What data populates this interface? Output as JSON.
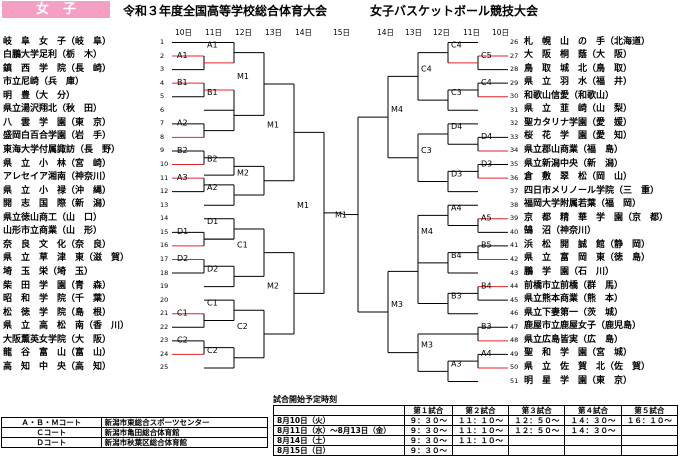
{
  "header": {
    "gender": "女子",
    "title_left": "令和３年度全国高等学校総合体育大会",
    "title_right": "女子バスケットボール競技大会"
  },
  "days": {
    "left": [
      "10日",
      "11日",
      "12日",
      "13日",
      "14日"
    ],
    "center": "15日",
    "right": [
      "14日",
      "13日",
      "12日",
      "11日",
      "10日"
    ]
  },
  "teams_left": [
    {
      "n": 1,
      "name": "岐　阜　女　子（岐　阜）"
    },
    {
      "n": 2,
      "name": "白鵬大学足利（栃　木）"
    },
    {
      "n": 3,
      "name": "鎮　西　学　院（長　崎）"
    },
    {
      "n": 4,
      "name": "市立尼崎（兵　庫）"
    },
    {
      "n": 5,
      "name": "明　豊（大　分）"
    },
    {
      "n": 6,
      "name": "県立湯沢翔北（秋　田）"
    },
    {
      "n": 7,
      "name": "八　雲　学　園（東　京）"
    },
    {
      "n": 8,
      "name": "盛岡白百合学園（岩　手）"
    },
    {
      "n": 9,
      "name": "東海大学付属諏訪（長　野）"
    },
    {
      "n": 10,
      "name": "県　立　小　林（宮　崎）"
    },
    {
      "n": 11,
      "name": "アレセイア湘南（神奈川）"
    },
    {
      "n": 12,
      "name": "県　立　小　禄（沖　縄）"
    },
    {
      "n": 13,
      "name": "開　志　国　際（新　潟）"
    },
    {
      "n": 14,
      "name": "県立徳山商工（山　口）"
    },
    {
      "n": 15,
      "name": "山形市立商業（山　形）"
    },
    {
      "n": 16,
      "name": "奈　良　文　化（奈　良）"
    },
    {
      "n": 17,
      "name": "県　立　草　津　東（滋　賀）"
    },
    {
      "n": 18,
      "name": "埼　玉　栄（埼　玉）"
    },
    {
      "n": 19,
      "name": "柴　田　学　園（青　森）"
    },
    {
      "n": 20,
      "name": "昭　和　学　院（千　葉）"
    },
    {
      "n": 21,
      "name": "松　徳　学　院（島　根）"
    },
    {
      "n": 22,
      "name": "県　立　高　松　南（香　川）"
    },
    {
      "n": 23,
      "name": "大阪薫英女学院（大　阪）"
    },
    {
      "n": 24,
      "name": "龍　谷　富　山（富　山）"
    },
    {
      "n": 25,
      "name": "高　知　中　央（高　知）"
    }
  ],
  "teams_right": [
    {
      "n": 26,
      "name": "札　幌　山　の　手（北海道）"
    },
    {
      "n": 27,
      "name": "大　阪　桐　蔭（大　阪）"
    },
    {
      "n": 28,
      "name": "鳥　取　城　北（鳥　取）"
    },
    {
      "n": 29,
      "name": "県　立　羽　水（福　井）"
    },
    {
      "n": 30,
      "name": "和歌山信愛（和歌山）"
    },
    {
      "n": 31,
      "name": "県　立　韮　崎（山　梨）"
    },
    {
      "n": 32,
      "name": "聖カタリナ学園（愛　媛）"
    },
    {
      "n": 33,
      "name": "桜　花　学　園（愛　知）"
    },
    {
      "n": 34,
      "name": "県立郡山商業（福　島）"
    },
    {
      "n": 35,
      "name": "県立新潟中央（新　潟）"
    },
    {
      "n": 36,
      "name": "倉　敷　翠　松（岡　山）"
    },
    {
      "n": 37,
      "name": "四日市メリノール学院（三　重）"
    },
    {
      "n": 38,
      "name": "福岡大学附属若葉（福　岡）"
    },
    {
      "n": 39,
      "name": "京　都　精　華　学　園（京　都）"
    },
    {
      "n": 40,
      "name": "鵠　沼（神奈川）"
    },
    {
      "n": 41,
      "name": "浜　松　開　誠　館（静　岡）"
    },
    {
      "n": 42,
      "name": "県　立　富　岡　東（徳　島）"
    },
    {
      "n": 43,
      "name": "鵬　学　園（石　川）"
    },
    {
      "n": 44,
      "name": "前橋市立前橋（群　馬）"
    },
    {
      "n": 45,
      "name": "県立熊本商業（熊　本）"
    },
    {
      "n": 46,
      "name": "県立下妻第一（茨　城）"
    },
    {
      "n": 47,
      "name": "鹿屋市立鹿屋女子（鹿児島）"
    },
    {
      "n": 48,
      "name": "県立広島皆実（広　島）"
    },
    {
      "n": 49,
      "name": "聖　和　学　園（宮　城）"
    },
    {
      "n": 50,
      "name": "県　立　佐　賀　北（佐　賀）"
    },
    {
      "n": 51,
      "name": "明　星　学　園（東　京）"
    }
  ],
  "games": {
    "A1a": "A1",
    "A1b": "A1",
    "B1a": "B1",
    "B1b": "B1",
    "A2": "A2",
    "B2a": "B2",
    "B2b": "B2",
    "A3": "A3",
    "A2b": "A2",
    "M1a": "M1",
    "M2a": "M2",
    "M1c": "M1",
    "D1a": "D1",
    "D1b": "D1",
    "D2a": "D2",
    "D2b": "D2",
    "C1a": "C1",
    "C1b": "C1",
    "C2a": "C2",
    "C2b": "C2",
    "C1c": "C1",
    "M2b": "M2",
    "C2c": "C2",
    "M2c": "M2",
    "M1final": "M1",
    "C4a": "C4",
    "C5": "C5",
    "C4b": "C4",
    "C3a": "C3",
    "C4c": "C4",
    "C3b": "C3",
    "C4d": "C4",
    "D4a": "D4",
    "D4b": "D4",
    "D3a": "D3",
    "D3b": "D3",
    "C3c": "C3",
    "M4a": "M4",
    "A4a": "A4",
    "A5": "A5",
    "B5": "B5",
    "B4a": "B4",
    "M4b": "M4",
    "B4b": "B4",
    "B3a": "B3",
    "B3b": "B3",
    "A4b": "A4",
    "A3b": "A3",
    "M3a": "M3",
    "M3b": "M3"
  },
  "courts": [
    {
      "court": "Ａ・Ｂ・Ｍコート",
      "venue": "新潟市東総合スポーツセンター"
    },
    {
      "court": "Ｃコート",
      "venue": "新潟市亀田総合体育館"
    },
    {
      "court": "Ｄコート",
      "venue": "新潟市秋葉区総合体育館"
    }
  ],
  "schedule": {
    "title": "試合開始予定時刻",
    "headers": [
      "第１試合",
      "第２試合",
      "第３試合",
      "第４試合",
      "第５試合"
    ],
    "rows": [
      {
        "label": "8月10日（火）",
        "times": [
          "９：３０～",
          "１１：１０～",
          "１２：５０～",
          "１４：３０～",
          "１６：１０～"
        ]
      },
      {
        "label": "8月11日（水）～8月13日（金）",
        "times": [
          "９：３０～",
          "１１：１０～",
          "１２：５０～",
          "１４：３０～",
          ""
        ]
      },
      {
        "label": "8月14日（土）",
        "times": [
          "９：３０～",
          "１１：１０～",
          "",
          "",
          ""
        ]
      },
      {
        "label": "8月15日（日）",
        "times": [
          "９：３０～",
          "",
          "",
          "",
          ""
        ]
      }
    ]
  },
  "colors": {
    "accent": "#f4a0c4",
    "winner_line": "#e0242a"
  }
}
